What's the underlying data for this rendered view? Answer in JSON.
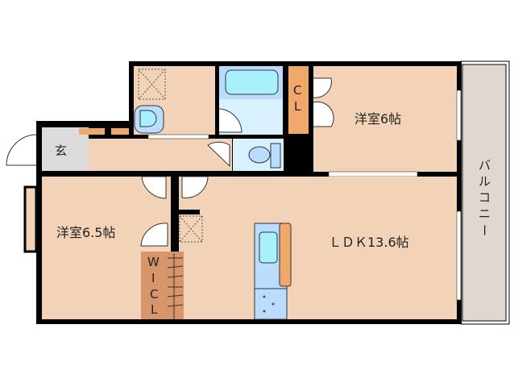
{
  "rooms": {
    "entrance": "玄",
    "closet_cl": [
      "C",
      "L"
    ],
    "bedroom_6": "洋室6帖",
    "bedroom_65": "洋室6.5帖",
    "wic": [
      "W",
      "I",
      "C",
      "L"
    ],
    "ldk": "ＬＤＫ13.6帖",
    "balcony": [
      "バ",
      "ル",
      "コ",
      "ニ",
      "ー"
    ]
  },
  "colors": {
    "wall": "#000000",
    "floor": "#f2d3b8",
    "wet": "#d9f0ff",
    "fixture": "#a8f0fc",
    "storage": "#f0a96a",
    "wic": "#d9956a",
    "entrance": "#dcdcdc",
    "balcony": "#e0d8d0"
  }
}
